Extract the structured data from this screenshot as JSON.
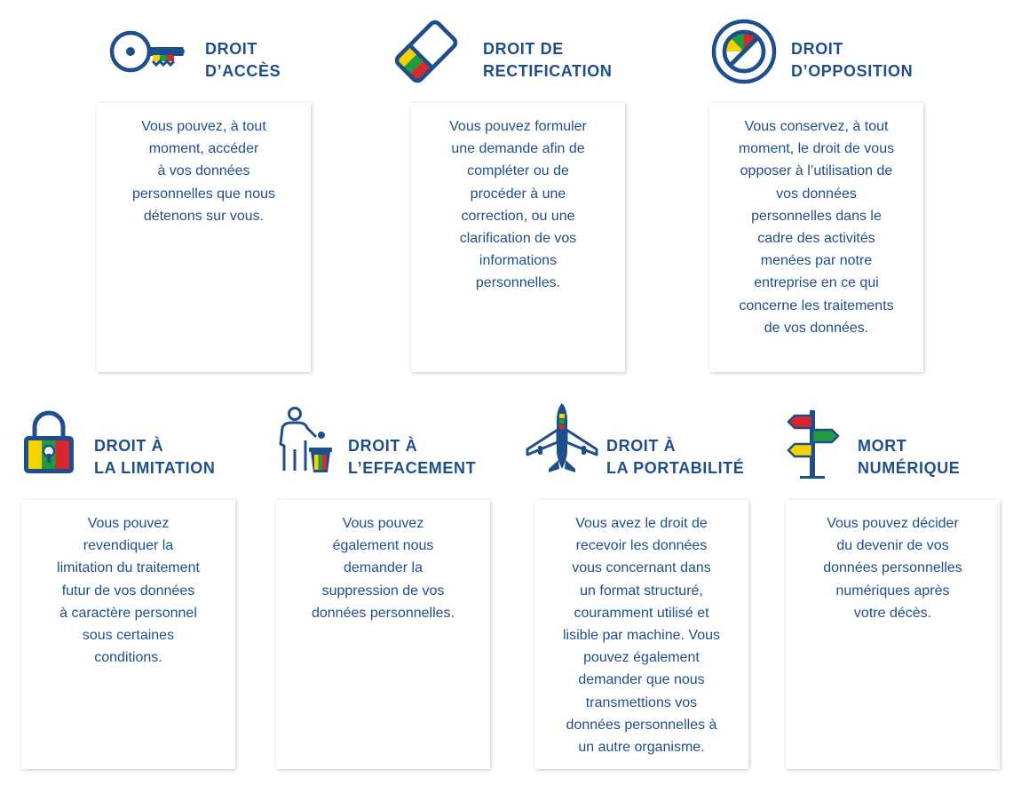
{
  "colors": {
    "blue": "#1f4e8c",
    "yellow": "#f5d200",
    "green": "#1e9c3e",
    "red": "#d7282f"
  },
  "rights": [
    {
      "title": "DROIT\nD’ACCÈS",
      "icon": "key-icon",
      "text": "Vous pouvez, à tout\nmoment, accéder\nà vos données\npersonnelles que nous\ndétenons sur vous."
    },
    {
      "title": "DROIT DE\nRECTIFICATION",
      "icon": "eraser-icon",
      "text": "Vous pouvez formuler\nune demande afin de\ncompléter ou de\nprocéder à une\ncorrection, ou une\nclarification de vos\ninformations\npersonnelles."
    },
    {
      "title": "DROIT\nD’OPPOSITION",
      "icon": "forbidden-icon",
      "text": "Vous conservez, à tout\nmoment, le droit de vous\nopposer à l’utilisation de\nvos données\npersonnelles dans le\ncadre des activités\nmenées par notre\nentreprise en ce qui\nconcerne les traitements\nde vos données."
    },
    {
      "title": "DROIT À\nLA LIMITATION",
      "icon": "padlock-icon",
      "text": "Vous pouvez\nrevendiquer la\nlimitation du traitement\nfutur de vos données\nà caractère personnel\nsous certaines\nconditions."
    },
    {
      "title": "DROIT À\nL’EFFACEMENT",
      "icon": "trash-person-icon",
      "text": "Vous pouvez\négalement nous\ndemander la\nsuppression de vos\ndonnées personnelles."
    },
    {
      "title": "DROIT À\nLA PORTABILITÉ",
      "icon": "airplane-icon",
      "text": "Vous avez le droit de\nrecevoir les données\nvous concernant dans\nun format structuré,\ncouramment utilisé et\nlisible par machine. Vous\npouvez également\ndemander que nous\ntransmettions vos\ndonnées personnelles à\nun autre organisme."
    },
    {
      "title": "MORT\nNUMÉRIQUE",
      "icon": "signpost-icon",
      "text": "Vous pouvez décider\ndu devenir de vos\ndonnées personnelles\nnumériques après\nvotre décès."
    }
  ]
}
